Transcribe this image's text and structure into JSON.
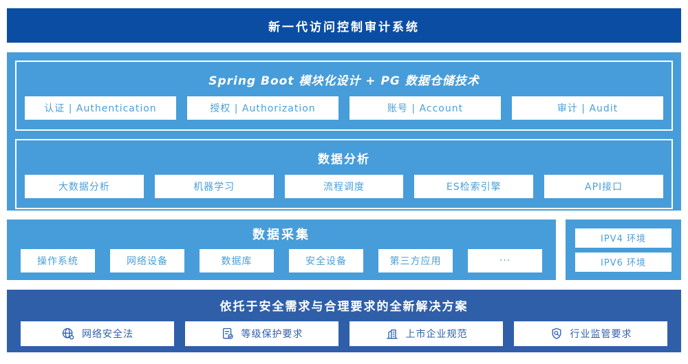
{
  "banner": {
    "title": "新一代访问控制审计系统"
  },
  "platform": {
    "modules": {
      "title": "Spring Boot 模块化设计 + PG 数据仓储技术",
      "items": [
        "认证 | Authentication",
        "授权 | Authorization",
        "账号 | Account",
        "审计 | Audit"
      ]
    },
    "analysis": {
      "title": "数据分析",
      "items": [
        "大数据分析",
        "机器学习",
        "流程调度",
        "ES检索引擎",
        "API接口"
      ]
    }
  },
  "collection": {
    "title": "数据采集",
    "items": [
      "操作系统",
      "网络设备",
      "数据库",
      "安全设备",
      "第三方应用",
      "···"
    ],
    "environments": [
      "IPV4 环境",
      "IPV6 环境"
    ]
  },
  "solution": {
    "title": "依托于安全需求与合理要求的全新解决方案",
    "items": [
      {
        "icon": "globe-network-icon",
        "label": "网络安全法"
      },
      {
        "icon": "document-check-icon",
        "label": "等级保护要求"
      },
      {
        "icon": "building-icon",
        "label": "上市企业规范"
      },
      {
        "icon": "shield-search-icon",
        "label": "行业监管要求"
      }
    ]
  },
  "colors": {
    "banner_blue": "#0b4da3",
    "panel_blue": "#479dd9",
    "solution_blue": "#2f5fa9",
    "chip_text_blue": "#4a9fd9",
    "solution_text_blue": "#2e5fa8"
  }
}
